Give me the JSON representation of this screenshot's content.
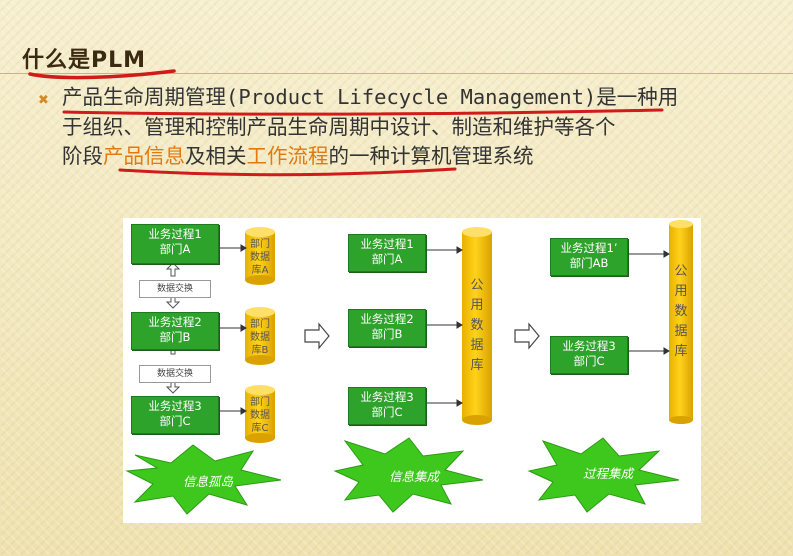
{
  "slide": {
    "title": "什么是PLM",
    "paragraph": {
      "line1": "产品生命周期管理(Product Lifecycle Management)是一种用",
      "line2": "于组织、管理和控制产品生命周期中设计、制造和维护等各个",
      "line3_a": "阶段",
      "line3_hl1": "产品信息",
      "line3_b": "及相关",
      "line3_hl2": "工作流程",
      "line3_c": "的一种计算机管理系统"
    },
    "colors": {
      "accent": "#e07a10",
      "green_box": "#2ea32c",
      "db_yellow": "#f5c200",
      "star_green": "#3ec81e",
      "red_mark": "#d11a1a"
    }
  },
  "figure": {
    "col1": {
      "processes": [
        {
          "line1": "业务过程1",
          "line2": "部门A"
        },
        {
          "line1": "业务过程2",
          "line2": "部门B"
        },
        {
          "line1": "业务过程3",
          "line2": "部门C"
        }
      ],
      "exchanges": [
        "数据交换",
        "数据交换"
      ],
      "databases": [
        {
          "l1": "部门",
          "l2": "数据",
          "l3": "库A"
        },
        {
          "l1": "部门",
          "l2": "数据",
          "l3": "库B"
        },
        {
          "l1": "部门",
          "l2": "数据",
          "l3": "库C"
        }
      ],
      "star": "信息孤岛"
    },
    "col2": {
      "processes": [
        {
          "line1": "业务过程1",
          "line2": "部门A"
        },
        {
          "line1": "业务过程2",
          "line2": "部门B"
        },
        {
          "line1": "业务过程3",
          "line2": "部门C"
        }
      ],
      "db": [
        "公",
        "用",
        "数",
        "据",
        "库"
      ],
      "star": "信息集成"
    },
    "col3": {
      "processes": [
        {
          "line1": "业务过程1’",
          "line2": "部门AB"
        },
        {
          "line1": "业务过程3",
          "line2": "部门C"
        }
      ],
      "db": [
        "公",
        "用",
        "数",
        "据",
        "库"
      ],
      "star": "过程集成"
    }
  }
}
